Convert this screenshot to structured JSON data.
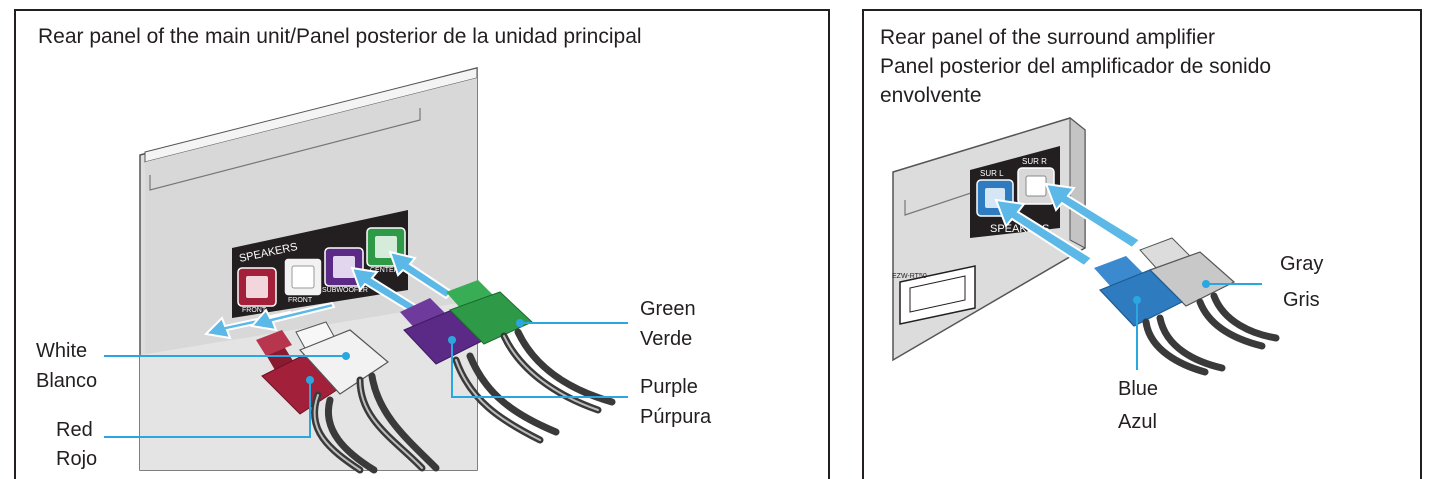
{
  "main_panel": {
    "title": "Rear panel of the main unit/Panel posterior de la unidad principal",
    "speaker_panel_text": "SPEAKERS",
    "jack_labels": [
      "FRONT",
      "FRONT",
      "SUBWOOFER",
      "CENTER"
    ],
    "callouts": {
      "white_en": "White",
      "white_es": "Blanco",
      "red_en": "Red",
      "red_es": "Rojo",
      "green_en": "Green",
      "green_es": "Verde",
      "purple_en": "Purple",
      "purple_es": "Púrpura"
    }
  },
  "surround_panel": {
    "title_line1": "Rear panel of the surround amplifier",
    "title_line2": "Panel posterior del amplificador de sonido",
    "title_line3": "envolvente",
    "jack_labels": [
      "SUR L",
      "SUR R"
    ],
    "speaker_panel_text": "SPEAKERS",
    "port_label": "EZW-RT50",
    "callouts": {
      "gray_en": "Gray",
      "gray_es": "Gris",
      "blue_en": "Blue",
      "blue_es": "Azul"
    }
  },
  "colors": {
    "red": "#a3203a",
    "white": "#f2f2f2",
    "purple": "#5b2a86",
    "green": "#2e9a48",
    "blue": "#2f7bbf",
    "gray": "#c8c8c8",
    "arrow": "#5cb8e6",
    "leader": "#2aa7e0"
  }
}
